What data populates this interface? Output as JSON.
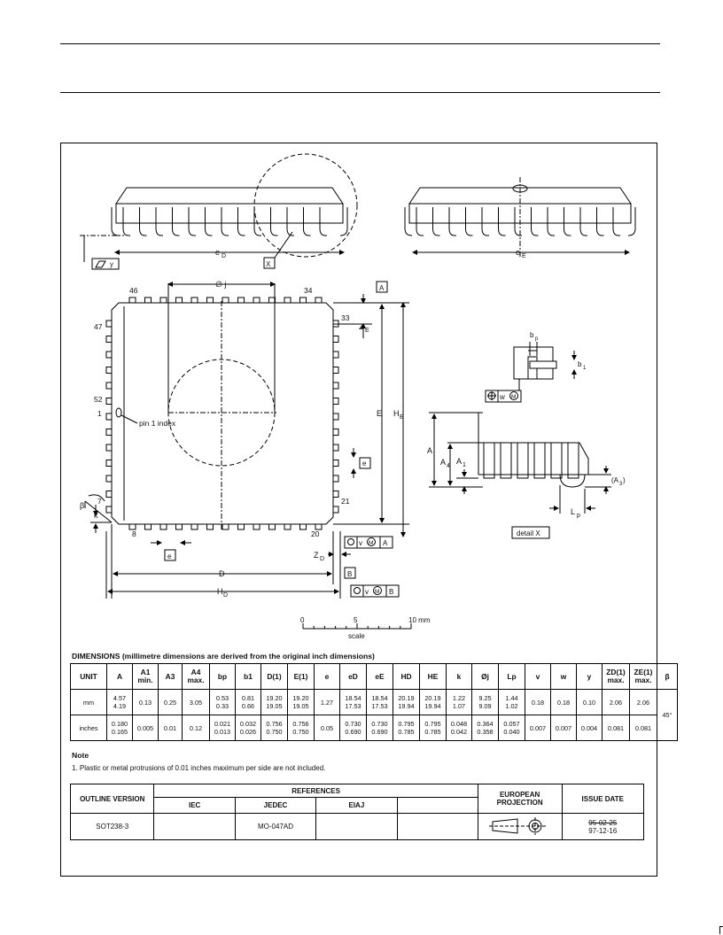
{
  "drawing": {
    "ed_label": "e",
    "ed_sub": "D",
    "ee_label": "e",
    "ee_sub": "E",
    "y_label": "y",
    "x_label": "X",
    "phi_j": "∅ j",
    "pin_46": "46",
    "pin_34": "34",
    "pin_33": "33",
    "pin_47": "47",
    "pin_52": "52",
    "pin_1": "1",
    "pin_7": "7",
    "pin_8": "8",
    "pin_20": "20",
    "pin_21": "21",
    "pin1_index": "pin 1 index",
    "A_box": "A",
    "B_box": "B",
    "ZE": "Z",
    "ZE_sub": "E",
    "ZD": "Z",
    "ZD_sub": "D",
    "E_label": "E",
    "HE": "H",
    "HE_sub": "E",
    "D_label": "D",
    "HD": "H",
    "HD_sub": "D",
    "e_box": "e",
    "beta": "β",
    "k": "k",
    "v": "v",
    "M": "M",
    "w": "w",
    "bp": "b",
    "bp_sub": "p",
    "b1": "b",
    "b1_sub": "1",
    "A": "A",
    "A4": "A",
    "A4_sub": "4",
    "A1": "A",
    "A1_sub": "1",
    "A3": "(A",
    "A3_sub": "3",
    "A3_close": ")",
    "Lp": "L",
    "Lp_sub": "p",
    "detail_x": "detail X",
    "scale_0": "0",
    "scale_5": "5",
    "scale_10": "10 mm",
    "scale_word": "scale"
  },
  "dimensions_title": "DIMENSIONS (millimetre dimensions are derived from the original inch dimensions)",
  "dim_table": {
    "headers": [
      "UNIT",
      "A",
      "A1 min.",
      "A3",
      "A4 max.",
      "bp",
      "b1",
      "D(1)",
      "E(1)",
      "e",
      "eD",
      "eE",
      "HD",
      "HE",
      "k",
      "Øj",
      "Lp",
      "v",
      "w",
      "y",
      "ZD(1) max.",
      "ZE(1) max.",
      "β"
    ],
    "rows": [
      [
        "mm",
        "4.57 4.19",
        "0.13",
        "0.25",
        "3.05",
        "0.53 0.33",
        "0.81 0.66",
        "19.20 19.05",
        "19.20 19.05",
        "1.27",
        "18.54 17.53",
        "18.54 17.53",
        "20.19 19.94",
        "20.19 19.94",
        "1.22 1.07",
        "9.25 9.09",
        "1.44 1.02",
        "0.18",
        "0.18",
        "0.10",
        "2.06",
        "2.06",
        "45°"
      ],
      [
        "inches",
        "0.180 0.165",
        "0.005",
        "0.01",
        "0.12",
        "0.021 0.013",
        "0.032 0.026",
        "0.756 0.750",
        "0.756 0.750",
        "0.05",
        "0.730 0.690",
        "0.730 0.690",
        "0.795 0.785",
        "0.795 0.785",
        "0.048 0.042",
        "0.364 0.358",
        "0.057 0.040",
        "0.007",
        "0.007",
        "0.004",
        "0.081",
        "0.081",
        ""
      ]
    ]
  },
  "note": {
    "heading": "Note",
    "item1": "1. Plastic or metal protrusions of 0.01 inches maximum per side are not included."
  },
  "ref_table": {
    "outline_version_h": "OUTLINE VERSION",
    "references_h": "REFERENCES",
    "iec_h": "IEC",
    "jedec_h": "JEDEC",
    "eiaj_h": "EIAJ",
    "european_projection_h": "EUROPEAN PROJECTION",
    "issue_date_h": "ISSUE DATE",
    "outline": "SOT238-3",
    "iec": "",
    "jedec": "MO-047AD",
    "eiaj": "",
    "issue_date_old": "95-02-25",
    "issue_date_new": "97-12-16"
  }
}
